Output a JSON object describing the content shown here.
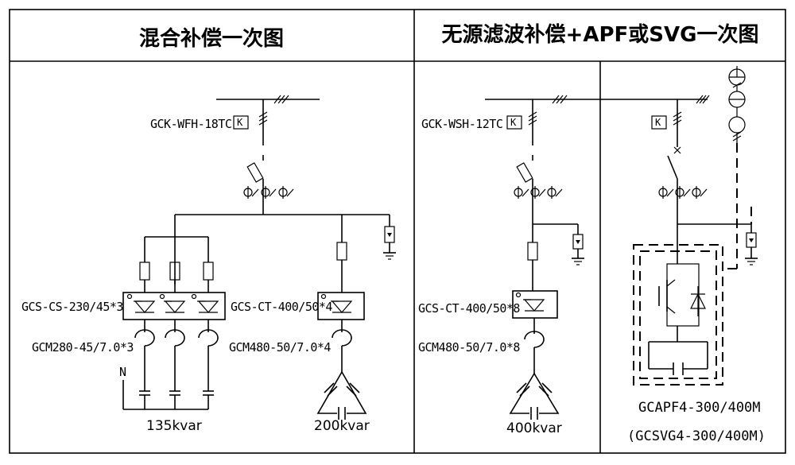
{
  "titles": {
    "left": "混合补偿一次图",
    "right": "无源滤波补偿+APF或SVG一次图"
  },
  "left": {
    "switch_label": "GCK-WFH-18TC",
    "k_symbol": "K",
    "ct_symbol": "ΦΦΦ",
    "cs_label": "GCS-CS-230/45*3",
    "ct_label": "GCS-CT-400/50*4",
    "gcm_left": "GCM280-45/7.0*3",
    "gcm_right": "GCM480-50/7.0*4",
    "n_label": "N",
    "cap_left": "135kvar",
    "cap_right": "200kvar"
  },
  "middle": {
    "switch_label": "GCK-WSH-12TC",
    "k_symbol": "K",
    "ct_symbol": "ΦΦΦ",
    "ct_label": "GCS-CT-400/50*8",
    "gcm_label": "GCM480-50/7.0*8",
    "cap": "400kvar"
  },
  "right": {
    "k_symbol": "K",
    "ct_symbol": "ΦΦΦ",
    "apf_label": "GCAPF4-300/400M",
    "svg_label": "(GCSVG4-300/400M)"
  }
}
